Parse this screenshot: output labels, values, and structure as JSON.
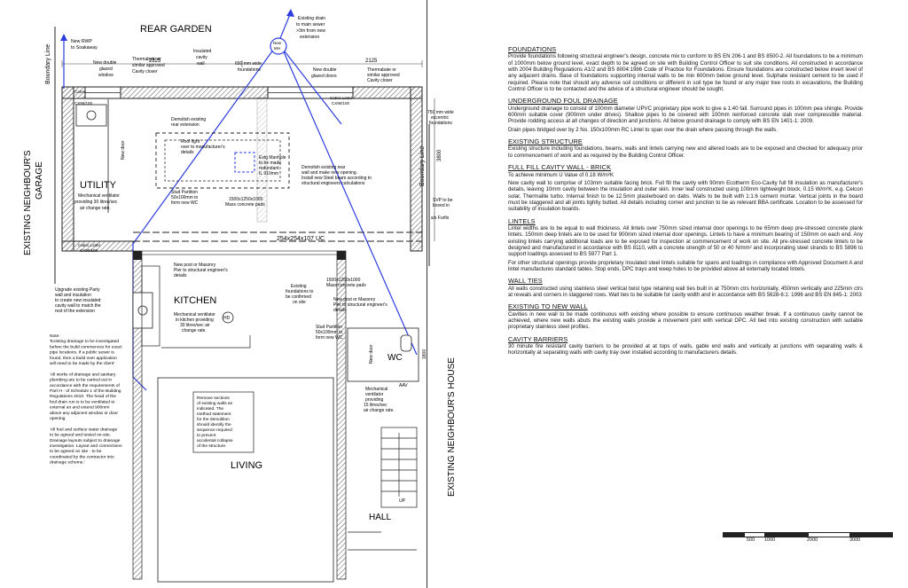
{
  "plan": {
    "rear_garden": "REAR GARDEN",
    "boundary_line_left": "Boundary Line",
    "boundary_line_right": "Boundary Line",
    "new_rwp": "New RWP",
    "to_soakaway": "to Soakaway",
    "existing_drain": "Existing drain",
    "to_main_sewer": "to main sewer",
    "three_m_from_new": ">3m from new",
    "extension_word": "extension",
    "new_mh_1": "New",
    "new_mh_2": "MH",
    "new_double_glazed_window": [
      "New double",
      "glazed",
      "window"
    ],
    "thermabate_left": [
      "Thermabate or",
      "similar approved",
      "Cavity closer"
    ],
    "insulated_cavity_wall": [
      "Insulated",
      "cavity",
      "wall"
    ],
    "foundations_650": [
      "650 mm wide",
      "foundations"
    ],
    "new_double_glazed_doors": [
      "New double",
      "glazed doors"
    ],
    "thermabate_right": [
      "Thermabate or",
      "similar approved",
      "Cavity closer"
    ],
    "dim_2125_left": "2125",
    "dim_2125_right": "2125",
    "catnic_tl_1": "Catnic",
    "catnic_tl_2": "CX90/100",
    "catnic_top_1": "Catnic Lintel",
    "catnic_top_2": "CX90/100",
    "demolish_rear_extension": [
      "Demolish existing",
      "rear extension"
    ],
    "roof_light": [
      "Roof light",
      "over to manufacturer's",
      "details"
    ],
    "extg_manhole": [
      "Extg Manhole",
      "to be made",
      "redundant",
      "IL 910mm"
    ],
    "eccentric_foundations": [
      "750 mm wide",
      "eccentric",
      "foundations"
    ],
    "demolish_rear_wall": [
      "Demolish existing rear",
      "wall and make new opening.",
      "Install new Steel beam according to",
      "structural engineers calculations"
    ],
    "utility": "UTILITY",
    "new_door_left": "New door",
    "mech_vent_utility": [
      "Mechanical ventilator",
      "providing 30 litres/sec",
      "air change rate."
    ],
    "stud_partition_top": [
      "Stud Partition",
      "50x100mm to",
      "form new WC"
    ],
    "mass_concrete_top": [
      "1500x1250x1000",
      "Mass concrete pads"
    ],
    "dim_3800": "3800",
    "svp_boxed": [
      "SVP to be",
      "boxed in"
    ],
    "ss_furfix": "s/s Furfix",
    "catnic_bottom_1": "Catnic Lintel",
    "catnic_bottom_2": "CX90/100",
    "uc_beam": "254x254x107 UC",
    "new_post_left": [
      "New post or Masonry",
      "Pier to structural engineer's",
      "details"
    ],
    "mass_concrete_bottom": [
      "1500x1250x1000",
      "Mass concrete pads"
    ],
    "existing_foundations": [
      "Existing",
      "foundations to",
      "be confirmed",
      "on site"
    ],
    "new_post_right": [
      "New post or Masonry",
      "Pier to structural engineer's",
      "details"
    ],
    "upgrade_party_wall": [
      "Upgrade existing Party",
      "wall and insulation",
      "to create new insulated",
      "cavity wall to match the",
      "rest of the extension"
    ],
    "kitchen": "KITCHEN",
    "mech_vent_kitchen": [
      "Mechanical ventilator",
      "in kitchen providing",
      "30 litres/sec air",
      "change rate."
    ],
    "hd_badge": "HD",
    "stud_partition_bottom": [
      "Stud Partition",
      "50x100mm to",
      "form new WC."
    ],
    "wc": "WC",
    "new_door_wc": "New door",
    "dim_1800": "1800",
    "aav": "AAV",
    "mech_vent_wc": [
      "Mechanical",
      "ventilator",
      "providing",
      "15 litres/sec",
      "air change rate."
    ],
    "existing_garage": [
      "EXISTING NEIGHBOUR'S",
      "GARAGE"
    ],
    "existing_house": "EXISTING NEIGHBOUR'S HOUSE",
    "remove_sections": [
      "Remove sections",
      "of existing walls as",
      "indicated. The",
      "method statement",
      "for the demolition",
      "should identify the",
      "sequence required",
      "to prevent",
      "accidental collapse",
      "of the structure."
    ],
    "living": "LIVING",
    "hall": "HALL",
    "up": "UP",
    "notes_left": [
      "Note:",
      "'Existing drainage to be investigated",
      "before the build commences for exact",
      "pipe locations. If a public sewer is",
      "found, then a build over application",
      "will need to be made by the client'",
      "",
      "'All works of drainage and sanitary",
      "plumbing are to be carried out in",
      "accordance with the requirements of",
      "Part H - of Schedule 1 of the Building",
      "Regulations 2010. The head of the",
      "foul drain run is to be ventilated to",
      "external air and extend 900mm",
      "above any adjacent window or door",
      "opening.",
      "",
      "'All foul and surface water drainage",
      "to be agreed and tested on-site.",
      "Drainage layouts subject to drainage",
      "investigation. Layout and connections",
      "to be agreed on site - to be",
      "coordinated by the contractor into",
      "drainage scheme.'"
    ]
  },
  "notes": [
    {
      "heading": "FOUNDATIONS",
      "paragraphs": [
        "Provide foundations following structural engineer's design, concrete mix to conform to BS EN 206-1 and BS 8500-2. All foundations to be a minimum of 1000mm below ground level, exact depth to be agreed on site with Building Control Officer to suit site conditions. All constructed in accordance with 2004 Building Regulations A1/2 and BS 8004:1986 Code of Practice for Foundations. Ensure foundations are constructed below invert level of any adjacent drains. Base of foundations supporting internal walls to be min 600mm below ground level. Sulphate resistant cement to be used if required. Please note that should any adverse soil conditions or different in soil type be found or any major tree roots in excavations, the Building Control Officer is to be contacted and the advice of a structural engineer should be sought."
      ]
    },
    {
      "heading": "UNDERGROUND FOUL DRAINAGE",
      "paragraphs": [
        "Underground drainage to consist of 100mm diameter UPVC proprietary pipe work to give a 1:40 fall. Surround pipes in 100mm pea shingle. Provide 600mm suitable cover (900mm under drives). Shallow pipes to be covered with 100mm reinforced concrete slab over compressible material. Provide rodding access at all changes of direction and junctions. All below ground drainage to comply with BS EN 1401-1: 2009.",
        "Drain pipes bridged over by 2 No. 150x100mm RC Lintel to span over the drain where passing through the walls."
      ]
    },
    {
      "heading": "EXISTING STRUCTURE",
      "paragraphs": [
        "Existing structure including foundations, beams, walls and lintels carrying new and altered loads are to be exposed and checked for adequacy prior to commencement of work and as required by the Building Control Officer."
      ]
    },
    {
      "heading": "FULL FILL CAVITY WALL - BRICK",
      "paragraphs": [
        "To achieve minimum U Value of 0.18 W/m²K",
        "New cavity wall to comprise of 103mm suitable facing brick. Full fill the cavity with 90mm Ecotherm Eco-Cavity full fill insulation as manufacturer's details, leaving 10mm cavity between the insulation and outer skin. Inner leaf constructed using 100mm lightweight block, 0.15 W/m²K, e.g. Celcon solar, Thermalite turbo. Internal finish to be 12.5mm plasterboard on dabs. Walls to be built with 1:1:6 cement mortar. Vertical joints in the board must be staggered and all joints tightly butted. All details including corner and junction to be as relevant BBA certificate. Location to be assessed for suitability of insulation boards."
      ]
    },
    {
      "heading": "LINTELS",
      "paragraphs": [
        "Lintel widths are to be equal to wall thickness. All lintels over 750mm sized internal door openings to be 65mm deep pre-stressed concrete plank lintels. 150mm deep lintels are to be used for 900mm sized internal door openings. Lintels to have a minimum bearing of 150mm on each end. Any existing lintels carrying additional loads are to be exposed for inspection at commencement of work on site. All pre-stressed concrete lintels to be designed and manufactured in accordance with BS 8110, with a concrete strength of 50 or 40 N/mm² and incorporating steel strands to BS 5896 to support loadings assessed to BS 5977 Part 1.",
        "For other structural openings provide proprietary insulated steel lintels suitable for spans and loadings in compliance with Approved Document A and lintel manufactures standard tables. Stop ends, DPC trays and weep holes to be provided above all externally located lintels."
      ]
    },
    {
      "heading": "WALL TIES",
      "paragraphs": [
        "All walls constructed using stainless steel vertical twist type retaining wall ties built in at 750mm ctrs horizontally, 450mm vertically and 225mm ctrs at reveals and corners in staggered rows. Wall ties to be suitable for cavity width and in accordance with BS 5628-6:1: 1996 and BS EN 845-1: 2003"
      ]
    },
    {
      "heading": "EXISTING TO NEW WALL",
      "paragraphs": [
        "Cavities in new wall to be made continuous with existing where possible to ensure continuous weather break. If a continuous cavity cannot be achieved, where new walls abuts the existing walls provide a movement joint with vertical DPC. All tied into existing construction with suitable proprietary stainless steel profiles."
      ]
    },
    {
      "heading": "CAVITY BARRIERS",
      "paragraphs": [
        "30 minute fire resistant cavity barriers to be provided at at tops of walls, gable end walls and vertically at junctions with separating walls & horizontally at separating walls with cavity tray over installed according to manufacturers details."
      ]
    }
  ],
  "scale": {
    "labels": [
      "500",
      "1000",
      "2000",
      "3000"
    ]
  }
}
